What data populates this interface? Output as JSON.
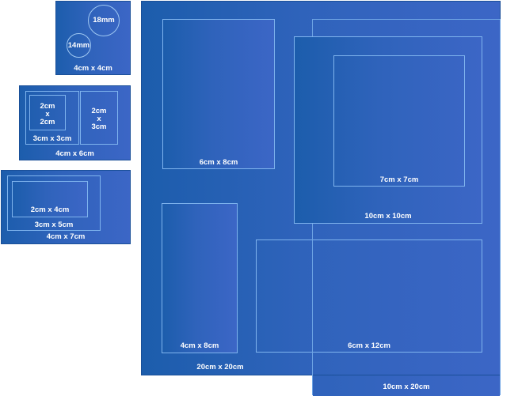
{
  "frame_4x4": {
    "label": "4cm x 4cm",
    "circle_large": "18mm",
    "circle_small": "14mm"
  },
  "frame_4x6": {
    "label": "4cm x 6cm",
    "inner_3x3": "3cm x 3cm",
    "inner_2x2_line1": "2cm",
    "inner_2x2_line2": "x",
    "inner_2x2_line3": "2cm",
    "inner_2x3_line1": "2cm",
    "inner_2x3_line2": "x",
    "inner_2x3_line3": "3cm"
  },
  "frame_4x7": {
    "label": "4cm x 7cm",
    "inner_3x5": "3cm x 5cm",
    "inner_2x4": "2cm x 4cm"
  },
  "frame_20x20": {
    "label": "20cm x 20cm",
    "box_6x8": "6cm x 8cm",
    "box_4x8": "4cm x 8cm",
    "box_6x12": "6cm x 12cm"
  },
  "frame_10x20": {
    "label": "10cm x 20cm"
  },
  "frame_10x10": {
    "label": "10cm x 10cm",
    "inner_7x7": "7cm x 7cm"
  }
}
